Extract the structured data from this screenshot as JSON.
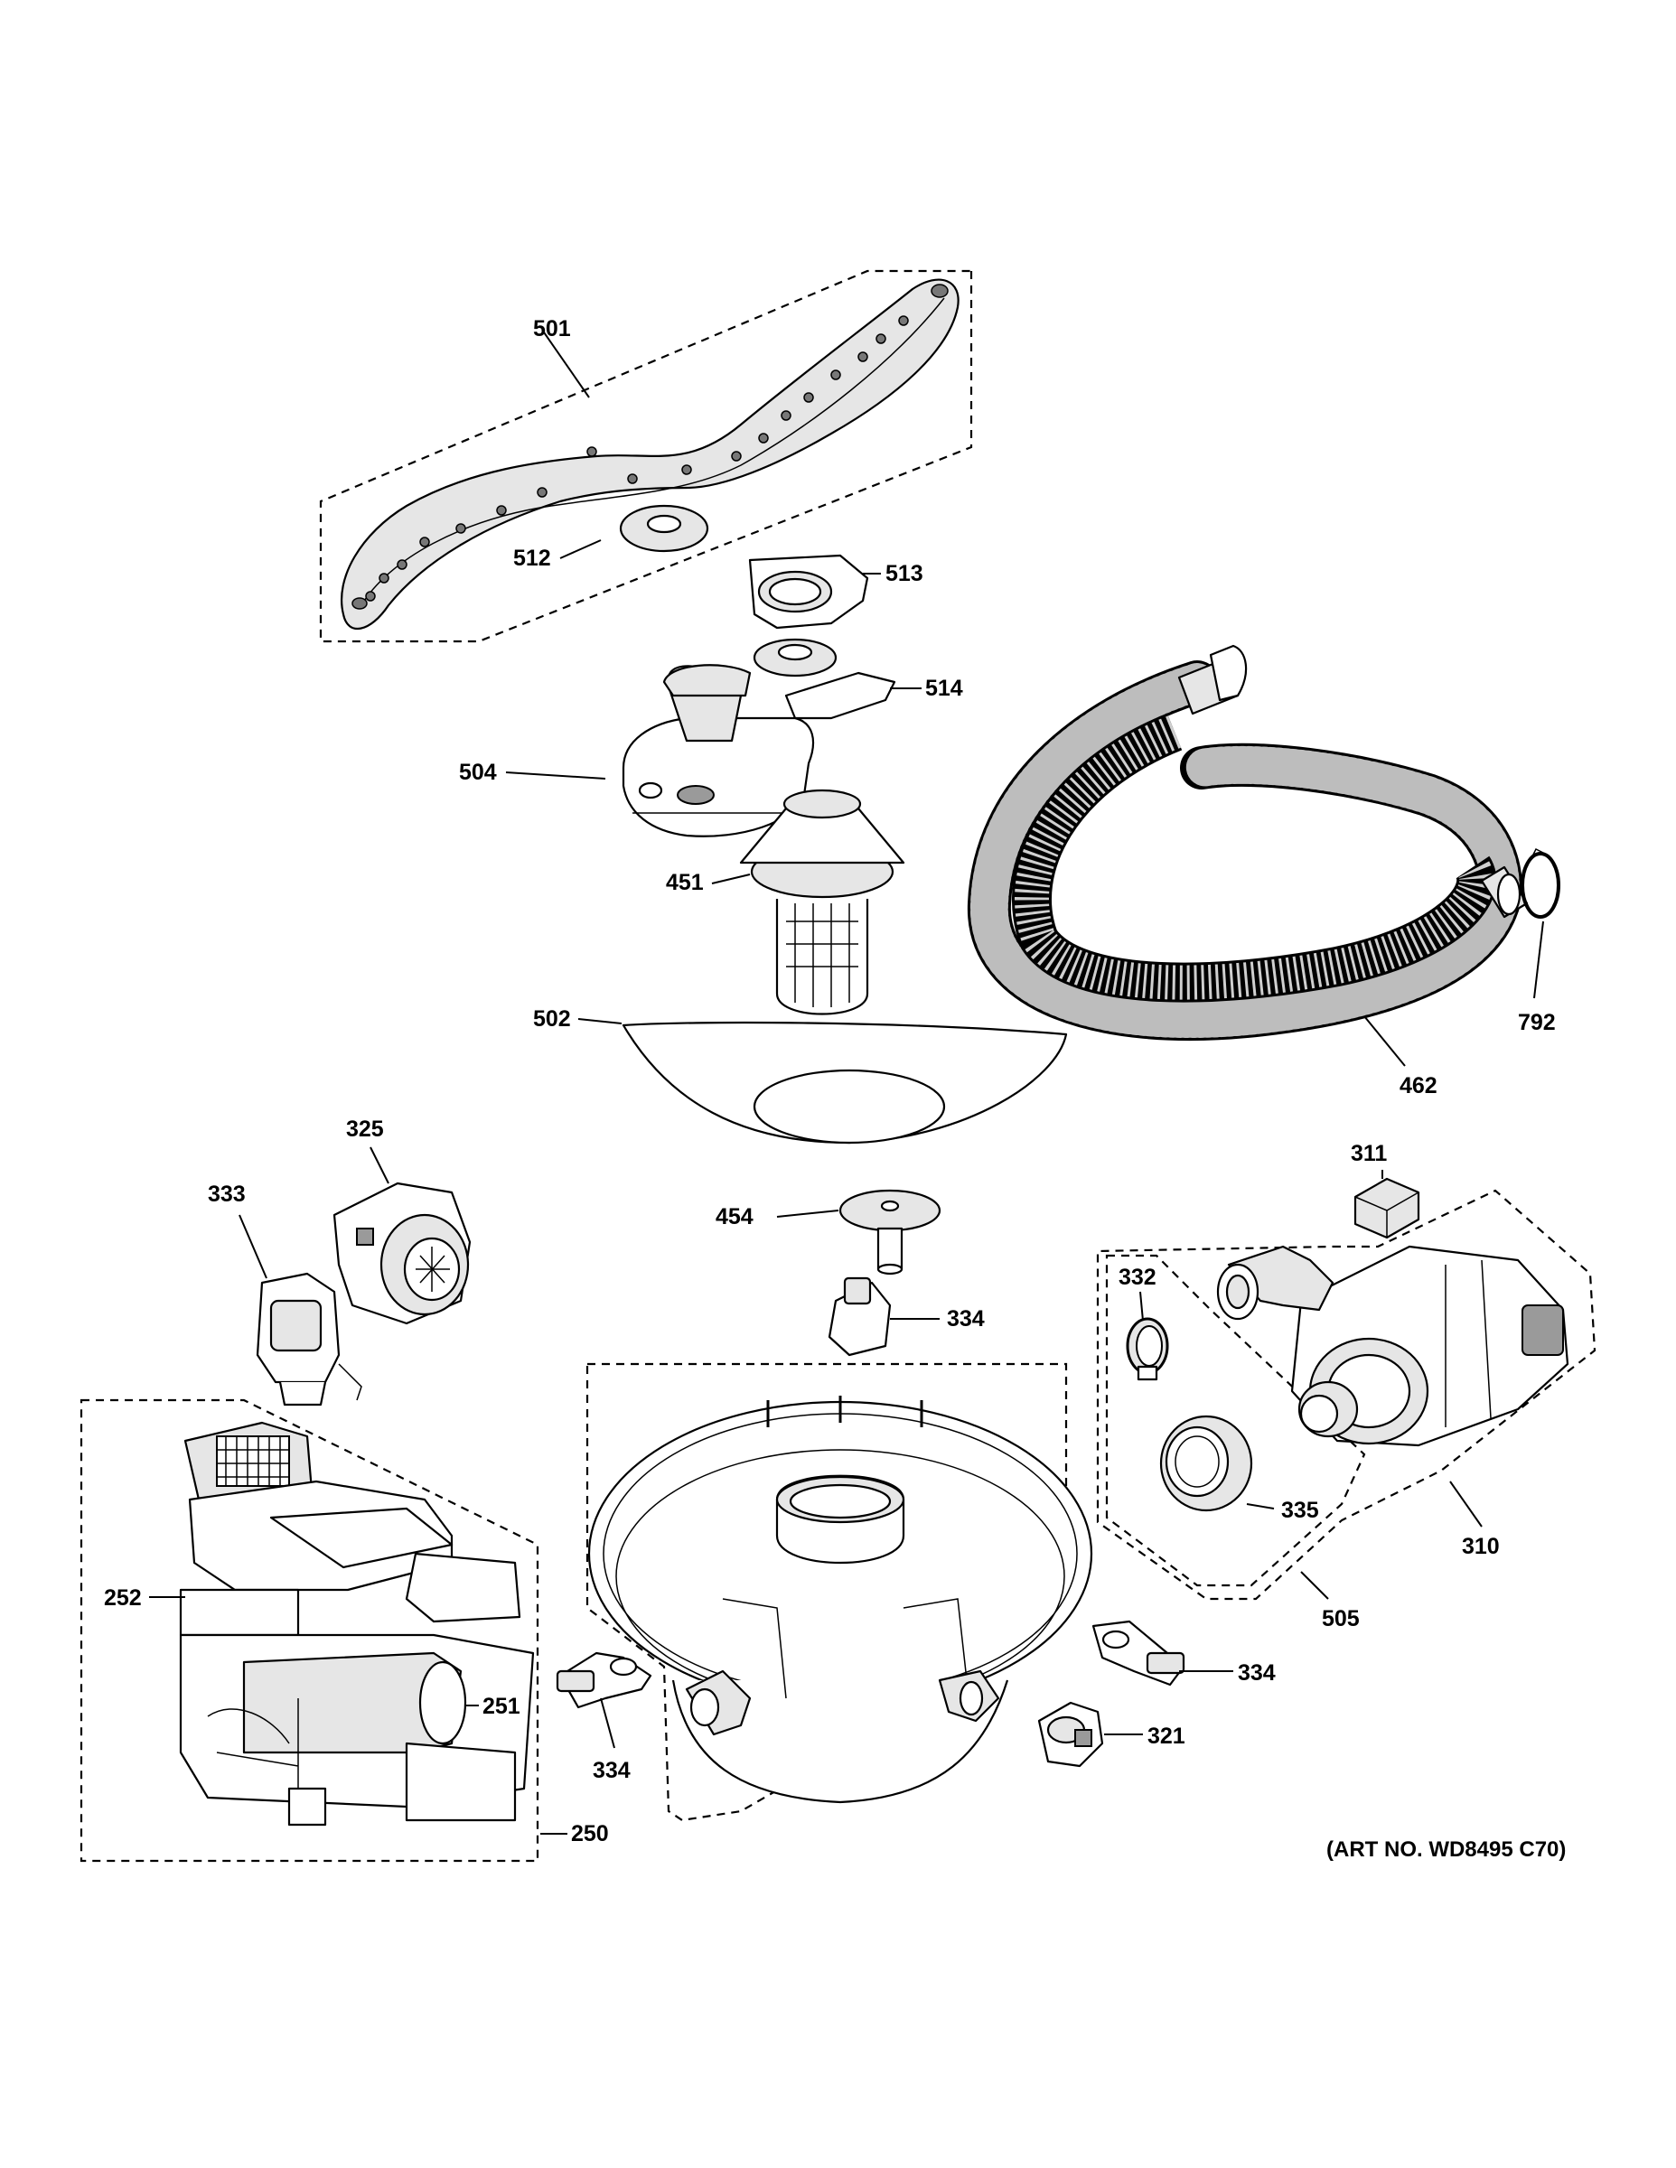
{
  "parts": [
    {
      "id": "501",
      "name": "part-501-spray-arm"
    },
    {
      "id": "512",
      "name": "part-512"
    },
    {
      "id": "513",
      "name": "part-513"
    },
    {
      "id": "514",
      "name": "part-514"
    },
    {
      "id": "504",
      "name": "part-504"
    },
    {
      "id": "451",
      "name": "part-451-filter"
    },
    {
      "id": "502",
      "name": "part-502"
    },
    {
      "id": "462",
      "name": "part-462-drain-hose"
    },
    {
      "id": "792",
      "name": "part-792-clamp"
    },
    {
      "id": "325",
      "name": "part-325"
    },
    {
      "id": "333",
      "name": "part-333"
    },
    {
      "id": "454",
      "name": "part-454"
    },
    {
      "id": "334",
      "name": "part-334"
    },
    {
      "id": "311",
      "name": "part-311"
    },
    {
      "id": "332",
      "name": "part-332"
    },
    {
      "id": "335",
      "name": "part-335"
    },
    {
      "id": "310",
      "name": "part-310-pump"
    },
    {
      "id": "505",
      "name": "part-505-sump"
    },
    {
      "id": "252",
      "name": "part-252"
    },
    {
      "id": "251",
      "name": "part-251"
    },
    {
      "id": "250",
      "name": "part-250"
    },
    {
      "id": "321",
      "name": "part-321"
    }
  ],
  "labels": {
    "l501": "501",
    "l512": "512",
    "l513": "513",
    "l514": "514",
    "l504": "504",
    "l451": "451",
    "l502": "502",
    "l462": "462",
    "l792": "792",
    "l325": "325",
    "l333": "333",
    "l454": "454",
    "l334a": "334",
    "l311": "311",
    "l332": "332",
    "l335": "335",
    "l310": "310",
    "l505": "505",
    "l252": "252",
    "l251": "251",
    "l250": "250",
    "l334b": "334",
    "l334c": "334",
    "l321": "321"
  },
  "art_number": "(ART NO. WD8495 C70)"
}
